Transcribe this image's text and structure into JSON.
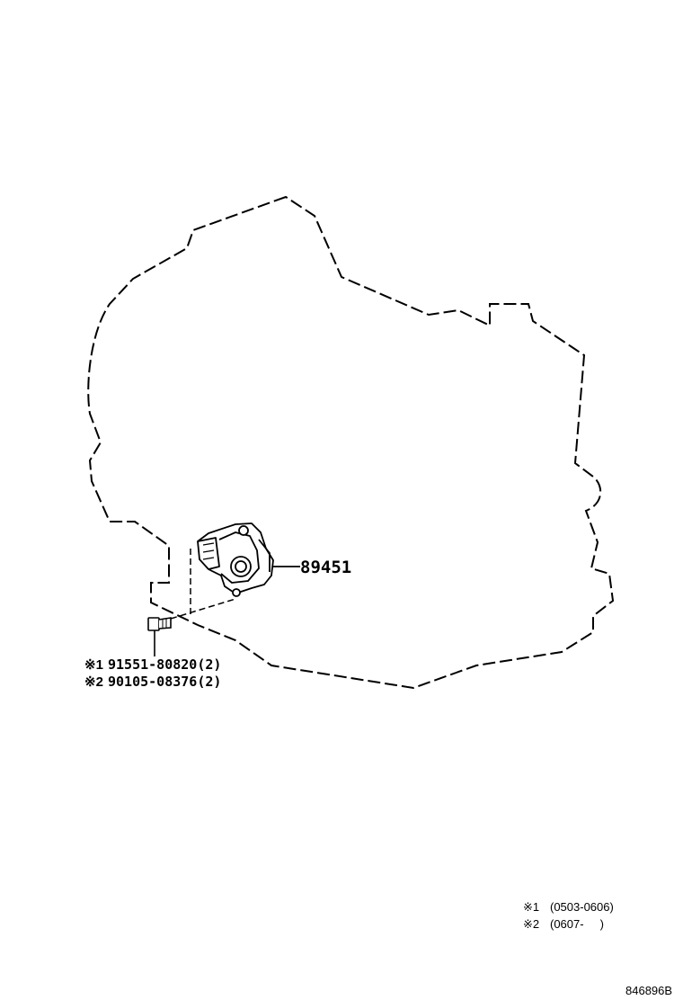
{
  "diagram": {
    "main_part_number": "89451",
    "bolt_callouts": [
      {
        "marker": "※1",
        "text": "91551-80820(2)"
      },
      {
        "marker": "※2",
        "text": "90105-08376(2)"
      }
    ],
    "legend": [
      {
        "marker": "※1",
        "text": "(0503-0606)"
      },
      {
        "marker": "※2",
        "text": "(0607-     )"
      }
    ],
    "figure_id": "846896B",
    "colors": {
      "line": "#000000",
      "background": "#ffffff"
    }
  }
}
